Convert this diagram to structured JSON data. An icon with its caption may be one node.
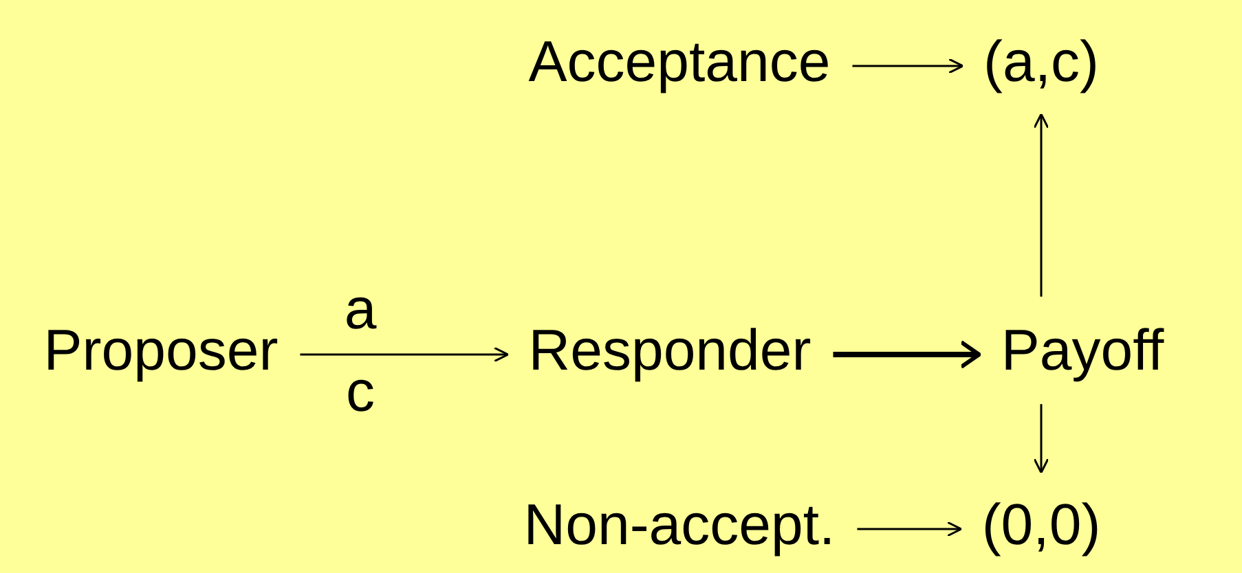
{
  "diagram": {
    "nodes": [
      {
        "text": [
          "Proposer"
        ]
      },
      {
        "text": [
          "Acceptance"
        ]
      },
      {
        "text": [
          "(a,c)"
        ]
      },
      {
        "text": [
          "Responder"
        ]
      },
      {
        "text": [
          "Payoff"
        ]
      },
      {
        "text": [
          "Non-accept."
        ]
      },
      {
        "text": [
          "(0,0)"
        ]
      }
    ],
    "edges": [
      {
        "from": 0,
        "to": 3,
        "arrow": "to"
      },
      {
        "from": 1,
        "to": 2,
        "arrow": "to"
      },
      {
        "from": 3,
        "to": 4,
        "arrow": "to",
        "style": "thick"
      },
      {
        "from": 4,
        "to": 2,
        "arrow": "to"
      },
      {
        "from": 4,
        "to": 6,
        "arrow": "to"
      },
      {
        "from": 5,
        "to": 6,
        "arrow": "to"
      }
    ],
    "labels": [
      "a",
      "c"
    ]
  }
}
